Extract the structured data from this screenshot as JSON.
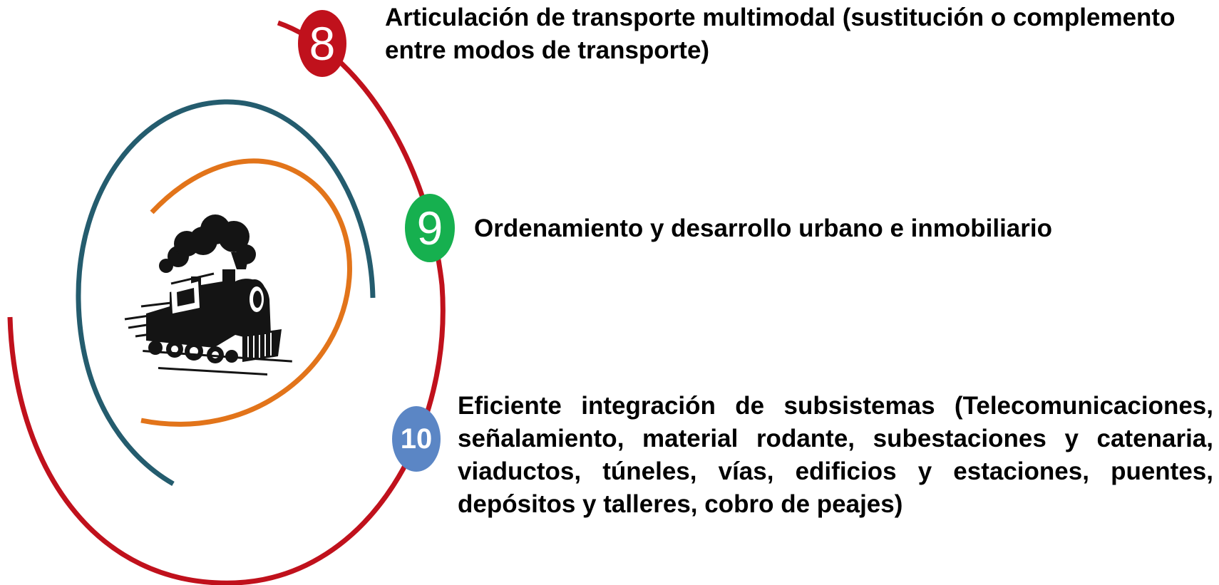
{
  "colors": {
    "outer_arc": "#c0111c",
    "teal_arc": "#245c6e",
    "orange_arc": "#e2741a",
    "badge_8": "#c0111c",
    "badge_9": "#16b04f",
    "badge_10": "#5b86c5",
    "text": "#000000"
  },
  "center_icon": "steam-locomotive-icon",
  "items": [
    {
      "number": "8",
      "text": "Articulación de transporte multimodal (sustitución o complemento entre modos de transporte)"
    },
    {
      "number": "9",
      "text": "Ordenamiento y desarrollo urbano e inmobiliario"
    },
    {
      "number": "10",
      "text": "Eficiente integración de subsistemas (Telecomunicaciones, señalamiento, material rodante, subestaciones y catenaria, viaductos, túneles, vías, edificios y estaciones, puentes, depósitos y talleres, cobro de peajes)"
    }
  ]
}
